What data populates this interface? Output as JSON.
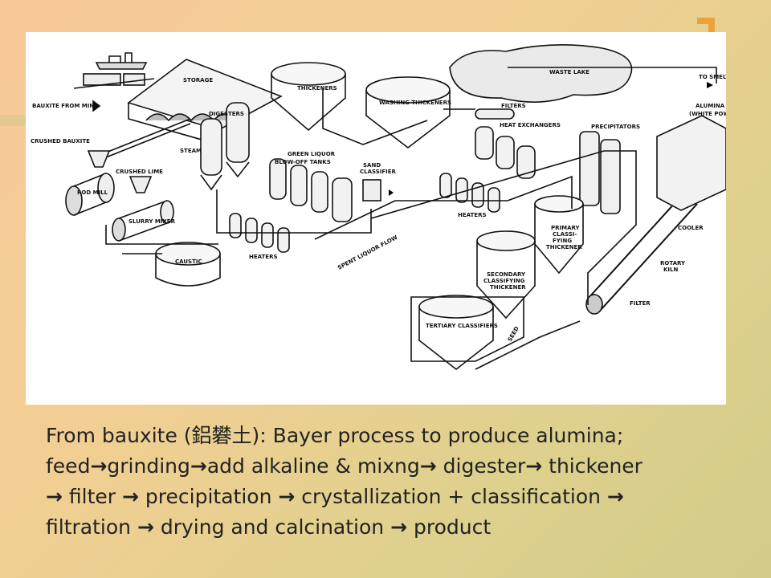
{
  "slide": {
    "caption_line1": "From bauxite (鋁礬土): Bayer process to produce alumina;",
    "steps": [
      "feed",
      "grinding",
      "add alkaline & mixng",
      "digester",
      "thickener",
      "filter",
      "precipitation",
      "crystallization + classification",
      "filtration",
      "drying and calcination",
      "product"
    ],
    "arrow": "→"
  },
  "diagram": {
    "labels": {
      "storage": "STORAGE",
      "bauxite_from_mine": "BAUXITE FROM MINE",
      "crushed_bauxite": "CRUSHED BAUXITE",
      "crushed_lime": "CRUSHED LIME",
      "rod_mill": "ROD MILL",
      "slurry_mixer": "SLURRY MIXER",
      "steam": "STEAM",
      "digesters": "DIGESTERS",
      "thickeners": "THICKENERS",
      "washing_thickeners": "WASHING THICKENERS",
      "waste_lake": "WASTE LAKE",
      "to_smelting": "TO SMELTIN",
      "alumina": "ALUMINA",
      "white_powder": "(WHITE POWDE",
      "filters": "FILTERS",
      "heat_exchangers": "HEAT EXCHANGERS",
      "precipitators": "PRECIPITATORS",
      "green_liquor": "GREEN LIQUOR",
      "blow_off_tanks": "BLOW-OFF TANKS",
      "sand_classifier_1": "SAND",
      "sand_classifier_2": "CLASSIFIER",
      "heaters_top": "HEATERS",
      "caustic": "CAUSTIC",
      "heaters_bottom": "HEATERS",
      "spent_liquor_flow": "SPENT LIQUOR FLOW",
      "primary_1": "PRIMARY",
      "primary_2": "CLASSI-",
      "primary_3": "FYING",
      "primary_4": "THICKENER",
      "secondary_1": "SECONDARY",
      "secondary_2": "CLASSIFYING",
      "secondary_3": "THICKENER",
      "tertiary": "TERTIARY CLASSIFIERS",
      "seed": "SEED",
      "cooler": "COOLER",
      "rotary_1": "ROTARY",
      "rotary_2": "KILN",
      "filter": "FILTER"
    }
  }
}
